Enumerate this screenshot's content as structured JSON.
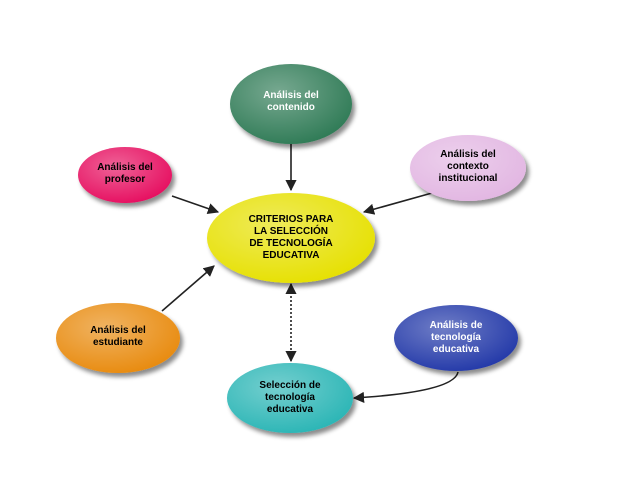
{
  "diagram": {
    "center": {
      "label": "CRITERIOS PARA\nLA SELECCIÓN\nDE TECNOLOGÍA\nEDUCATIVA",
      "color": "#e6e000",
      "text_color": "#000000"
    },
    "nodes": [
      {
        "id": "contenido",
        "label": "Análisis del\ncontenido",
        "color": "#2f7a55",
        "text_color": "#ffffff"
      },
      {
        "id": "profesor",
        "label": "Análisis del\nprofesor",
        "color": "#e6115e",
        "text_color": "#000000"
      },
      {
        "id": "contexto",
        "label": "Análisis del\ncontexto\ninstitucional",
        "color": "#e2b6e2",
        "text_color": "#000000"
      },
      {
        "id": "estudiante",
        "label": "Análisis del\nestudiante",
        "color": "#e88a0c",
        "text_color": "#000000"
      },
      {
        "id": "tecnologia",
        "label": "Análisis de\ntecnología\neducativa",
        "color": "#2338a8",
        "text_color": "#ffffff"
      },
      {
        "id": "seleccion",
        "label": "Selección de\ntecnología\neducativa",
        "color": "#2bb5b5",
        "text_color": "#000000"
      }
    ],
    "connections": [
      {
        "from": "contenido",
        "to": "center",
        "style": "solid"
      },
      {
        "from": "profesor",
        "to": "center",
        "style": "solid"
      },
      {
        "from": "contexto",
        "to": "center",
        "style": "solid"
      },
      {
        "from": "estudiante",
        "to": "center",
        "style": "solid"
      },
      {
        "from": "tecnologia",
        "to": "seleccion",
        "style": "solid"
      },
      {
        "from": "center",
        "to": "seleccion",
        "style": "dotted-bidirectional"
      }
    ]
  }
}
